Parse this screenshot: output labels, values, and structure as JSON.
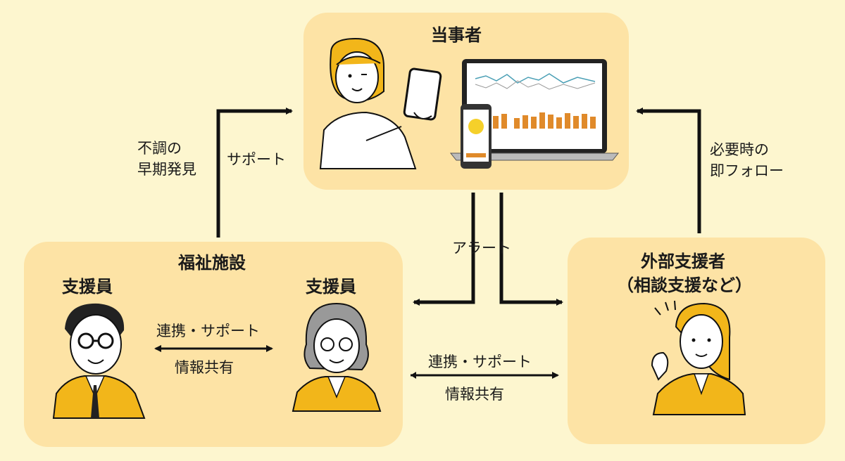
{
  "parties": {
    "top": {
      "title": "当事者"
    },
    "facility": {
      "title": "福祉施設"
    },
    "staff_left": {
      "title": "支援員"
    },
    "staff_right": {
      "title": "支援員"
    },
    "external": {
      "title_line1": "外部支援者",
      "title_line2": "（相談支援など）"
    }
  },
  "labels": {
    "early_detection_line1": "不調の",
    "early_detection_line2": "早期発見",
    "support": "サポート",
    "followup_line1": "必要時の",
    "followup_line2": "即フォロー",
    "alert": "アラート",
    "inner_coop": "連携・サポート",
    "inner_share": "情報共有",
    "outer_coop": "連携・サポート",
    "outer_share": "情報共有"
  },
  "colors": {
    "background": "#fdf6cf",
    "box": "#fde3a5",
    "accent": "#f2b61a",
    "arrow": "#111111"
  },
  "icons": [
    "woman-with-phone-illustration",
    "laptop-dashboard-illustration",
    "smartphone-app-illustration",
    "male-staff-illustration",
    "senior-staff-illustration",
    "female-consultant-illustration"
  ]
}
